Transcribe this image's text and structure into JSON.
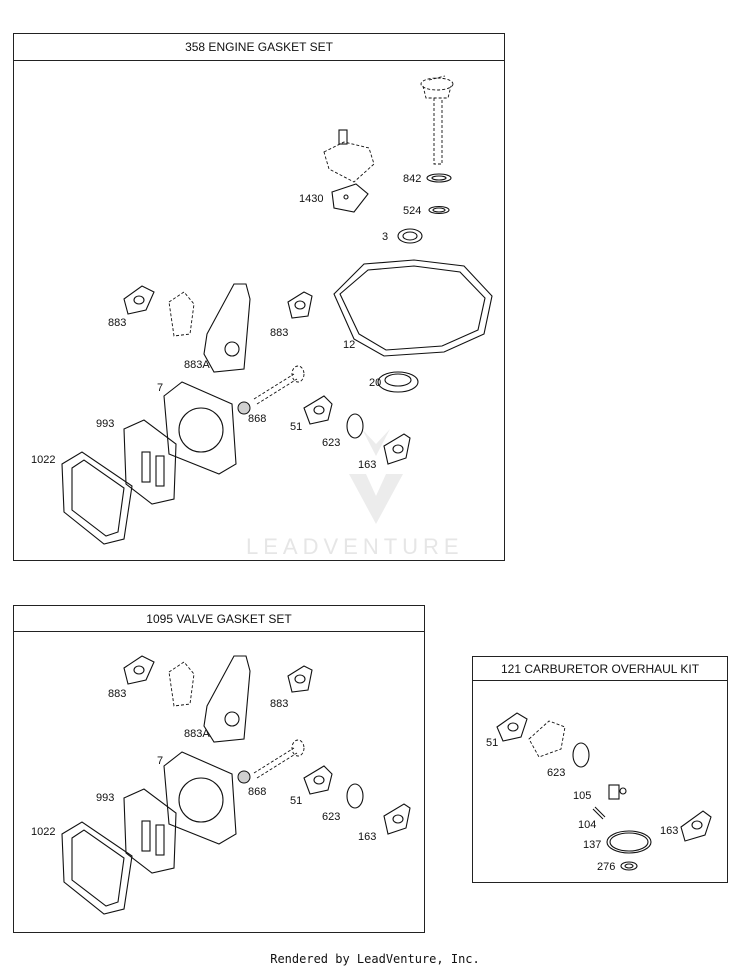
{
  "engine_panel": {
    "title": "358 ENGINE GASKET SET",
    "labels": [
      "842",
      "1430",
      "524",
      "3",
      "883",
      "883",
      "883A",
      "12",
      "7",
      "20",
      "868",
      "993",
      "51",
      "623",
      "163",
      "1022"
    ]
  },
  "valve_panel": {
    "title": "1095 VALVE GASKET SET",
    "labels": [
      "883",
      "883",
      "883A",
      "7",
      "993",
      "868",
      "51",
      "623",
      "163",
      "1022"
    ]
  },
  "carb_panel": {
    "title": "121 CARBURETOR OVERHAUL KIT",
    "labels": [
      "51",
      "623",
      "105",
      "104",
      "163",
      "137",
      "276"
    ]
  },
  "watermark": "LEADVENTURE",
  "footer": "Rendered by LeadVenture, Inc."
}
